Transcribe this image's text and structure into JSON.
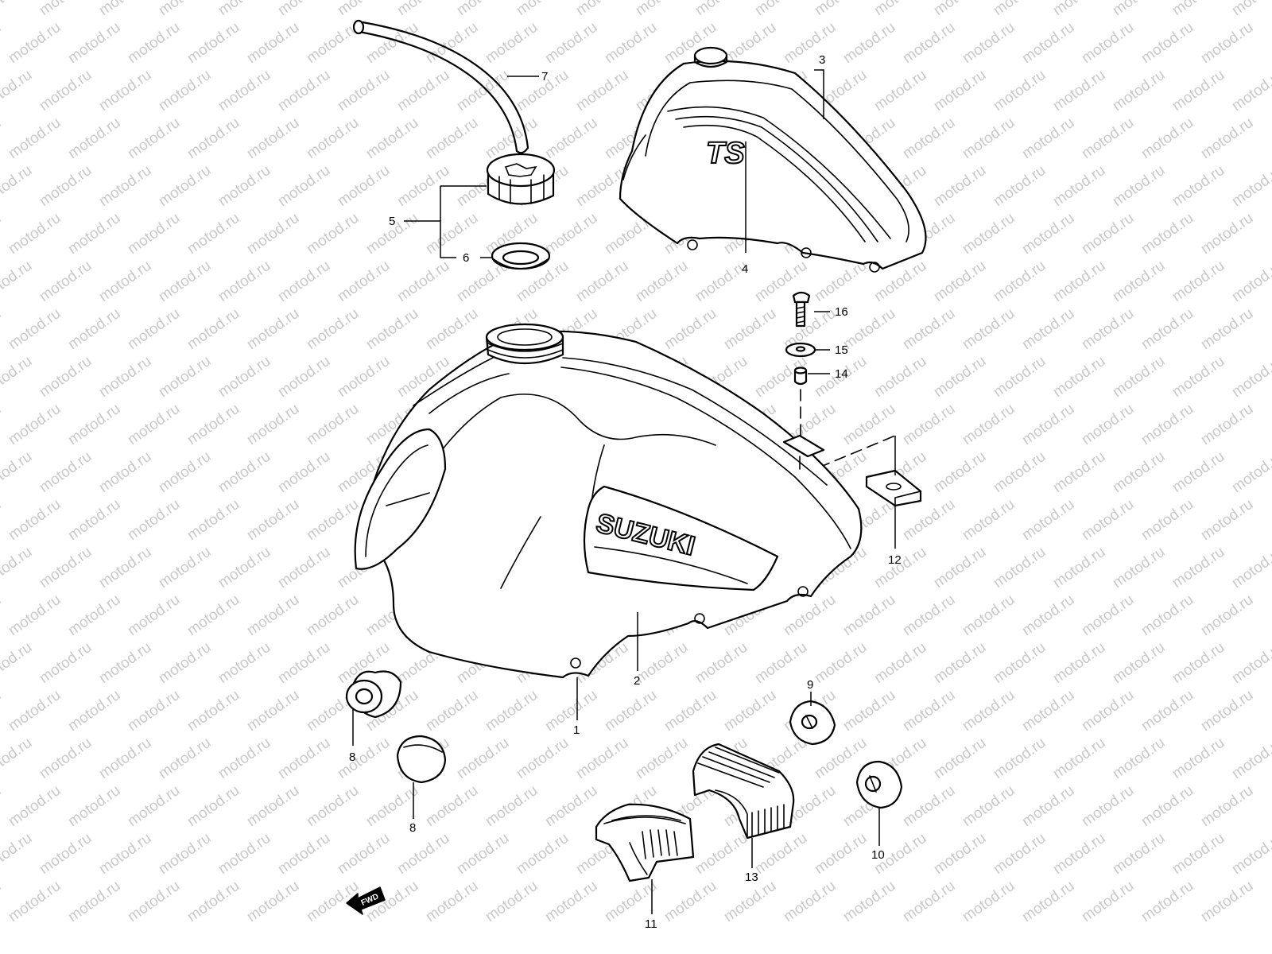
{
  "watermark": "motod.ru",
  "callouts": {
    "c1": "1",
    "c2": "2",
    "c3": "3",
    "c4": "4",
    "c5": "5",
    "c6": "6",
    "c7": "7",
    "c8a": "8",
    "c8b": "8",
    "c9": "9",
    "c10": "10",
    "c11": "11",
    "c12": "12",
    "c13": "13",
    "c14": "14",
    "c15": "15",
    "c16": "16"
  },
  "tank_logo": "SUZUKI",
  "cover_logo": "TS",
  "fwd_label": "FWD",
  "colors": {
    "line": "#000000",
    "watermark": "#c9c9c9",
    "background": "#ffffff"
  }
}
